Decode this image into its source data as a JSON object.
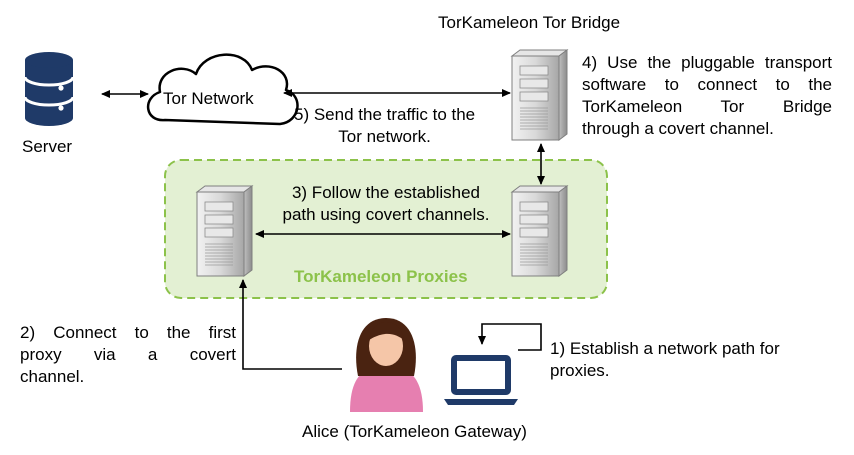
{
  "labels": {
    "bridge_title": "TorKameleon Tor Bridge",
    "server": "Server",
    "tor_network": "Tor Network",
    "proxies": "TorKameleon Proxies",
    "alice": "Alice (TorKameleon Gateway)"
  },
  "steps": {
    "step1": [
      "1) Establish a network path for",
      "proxies."
    ],
    "step2": [
      "2) Connect to the first",
      "proxy via a covert",
      "channel."
    ],
    "step3": [
      "3) Follow the established",
      "path using covert channels."
    ],
    "step4": [
      "4) Use the pluggable transport",
      "software to connect to the",
      "TorKameleon Tor Bridge",
      "through a covert channel."
    ],
    "step5": [
      "5) Send the traffic to the",
      "Tor network."
    ]
  },
  "colors": {
    "proxies_fill": "#e3f0d3",
    "proxies_border": "#8cc24a",
    "proxies_text": "#8cc24a",
    "server_icon": "#1f3a68",
    "laptop": "#1f3a68",
    "person_shirt": "#e67fb0",
    "person_hair": "#4a2311",
    "person_skin": "#f5c6a8"
  }
}
